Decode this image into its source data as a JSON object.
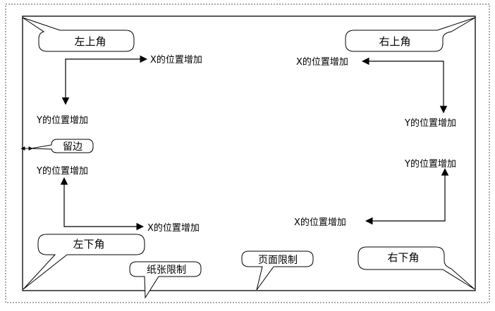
{
  "callouts": {
    "top_left": "左上角",
    "top_right": "右上角",
    "bottom_left": "左下角",
    "bottom_right": "右下角",
    "margin": "留边",
    "paper_limit": "纸张限制",
    "page_limit": "页面限制"
  },
  "axis_labels": {
    "x_increase": "X的位置增加",
    "y_increase": "Y的位置增加"
  }
}
